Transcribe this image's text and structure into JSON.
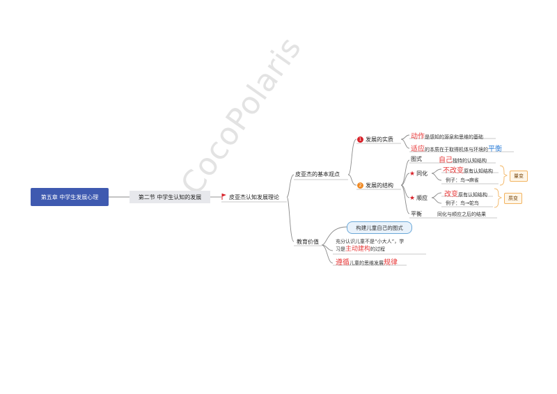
{
  "watermark": "CocoPolaris",
  "root": "第五章  中学生发展心理",
  "section": "第二节  中学生认知的发展",
  "theory": {
    "label": "皮亚杰认知发展理论",
    "flag_icon": "red-flag-icon"
  },
  "basic": {
    "label": "皮亚杰的基本观点",
    "essence": {
      "badge": "1",
      "badge_color": "#d8222a",
      "label": "发展的实质",
      "line1_key": "动作",
      "line1_rest": "是感知的源泉和思维的基础",
      "line2_key": "适应",
      "line2_mid": "的本质在于取得机体与环境的",
      "line2_end": "平衡"
    },
    "structure": {
      "badge": "2",
      "badge_color": "#f08a24",
      "label": "发展的结构",
      "schema_label": "图式",
      "schema_key": "自己",
      "schema_rest": "独特的认知结构",
      "assim_label": "同化",
      "assim_key": "不改变",
      "assim_rest": "原有认知结构",
      "assim_example": "例子：鸟→麻雀",
      "quant_tag": "量变",
      "accom_label": "顺应",
      "accom_key": "改变",
      "accom_rest": "原有认知结构",
      "accom_example": "例子：鸟→鸵鸟",
      "qual_tag": "质变",
      "balance_label": "平衡",
      "balance_text": "同化与顺应之后的结果"
    }
  },
  "edu": {
    "label": "教育价值",
    "callout": "构建儿童自己的图式",
    "line1a": "充分认识儿童不是“小大人”，学",
    "line1b_pre": "习是",
    "line1b_key": "主动建构",
    "line1b_post": "的过程",
    "line2_key1": "遵循",
    "line2_mid": "儿童的思维发展",
    "line2_key2": "规律"
  }
}
